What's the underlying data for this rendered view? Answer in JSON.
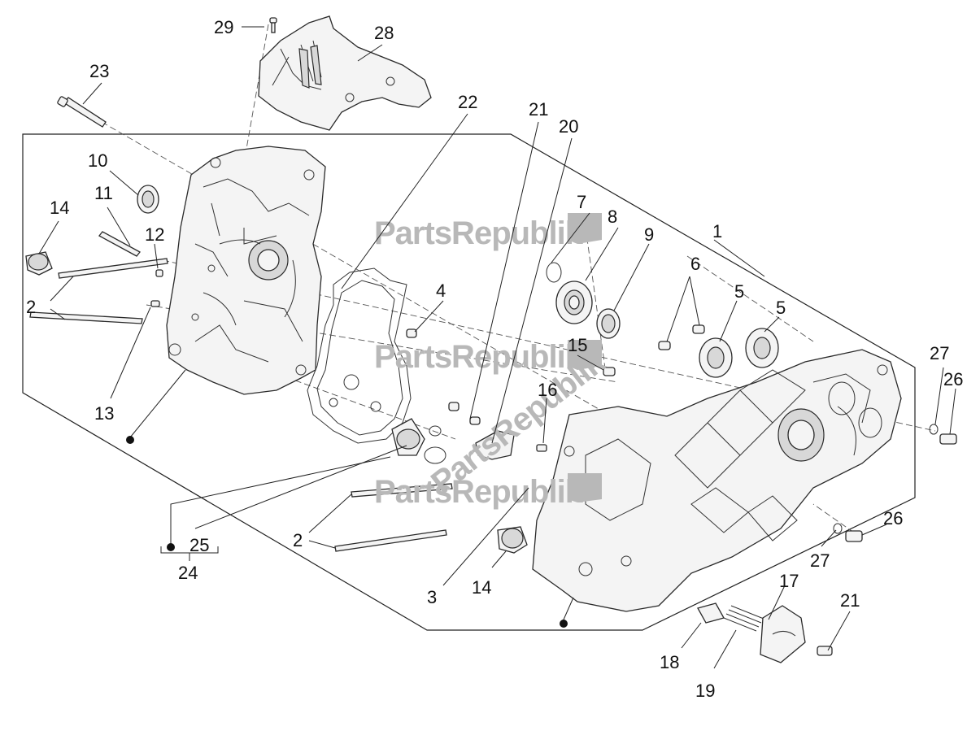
{
  "watermark": {
    "text": "PartsRepublik"
  },
  "callouts": {
    "c1": "1",
    "c2a": "2",
    "c2b": "2",
    "c3": "3",
    "c4": "4",
    "c5a": "5",
    "c5b": "5",
    "c6": "6",
    "c7": "7",
    "c8": "8",
    "c9": "9",
    "c10": "10",
    "c11": "11",
    "c12": "12",
    "c13": "13",
    "c14a": "14",
    "c14b": "14",
    "c15": "15",
    "c16": "16",
    "c17": "17",
    "c18": "18",
    "c19": "19",
    "c20": "20",
    "c21a": "21",
    "c21b": "21",
    "c22": "22",
    "c23": "23",
    "c24": "24",
    "c25": "25",
    "c26a": "26",
    "c26b": "26",
    "c27a": "27",
    "c27b": "27",
    "c28": "28",
    "c29": "29"
  }
}
